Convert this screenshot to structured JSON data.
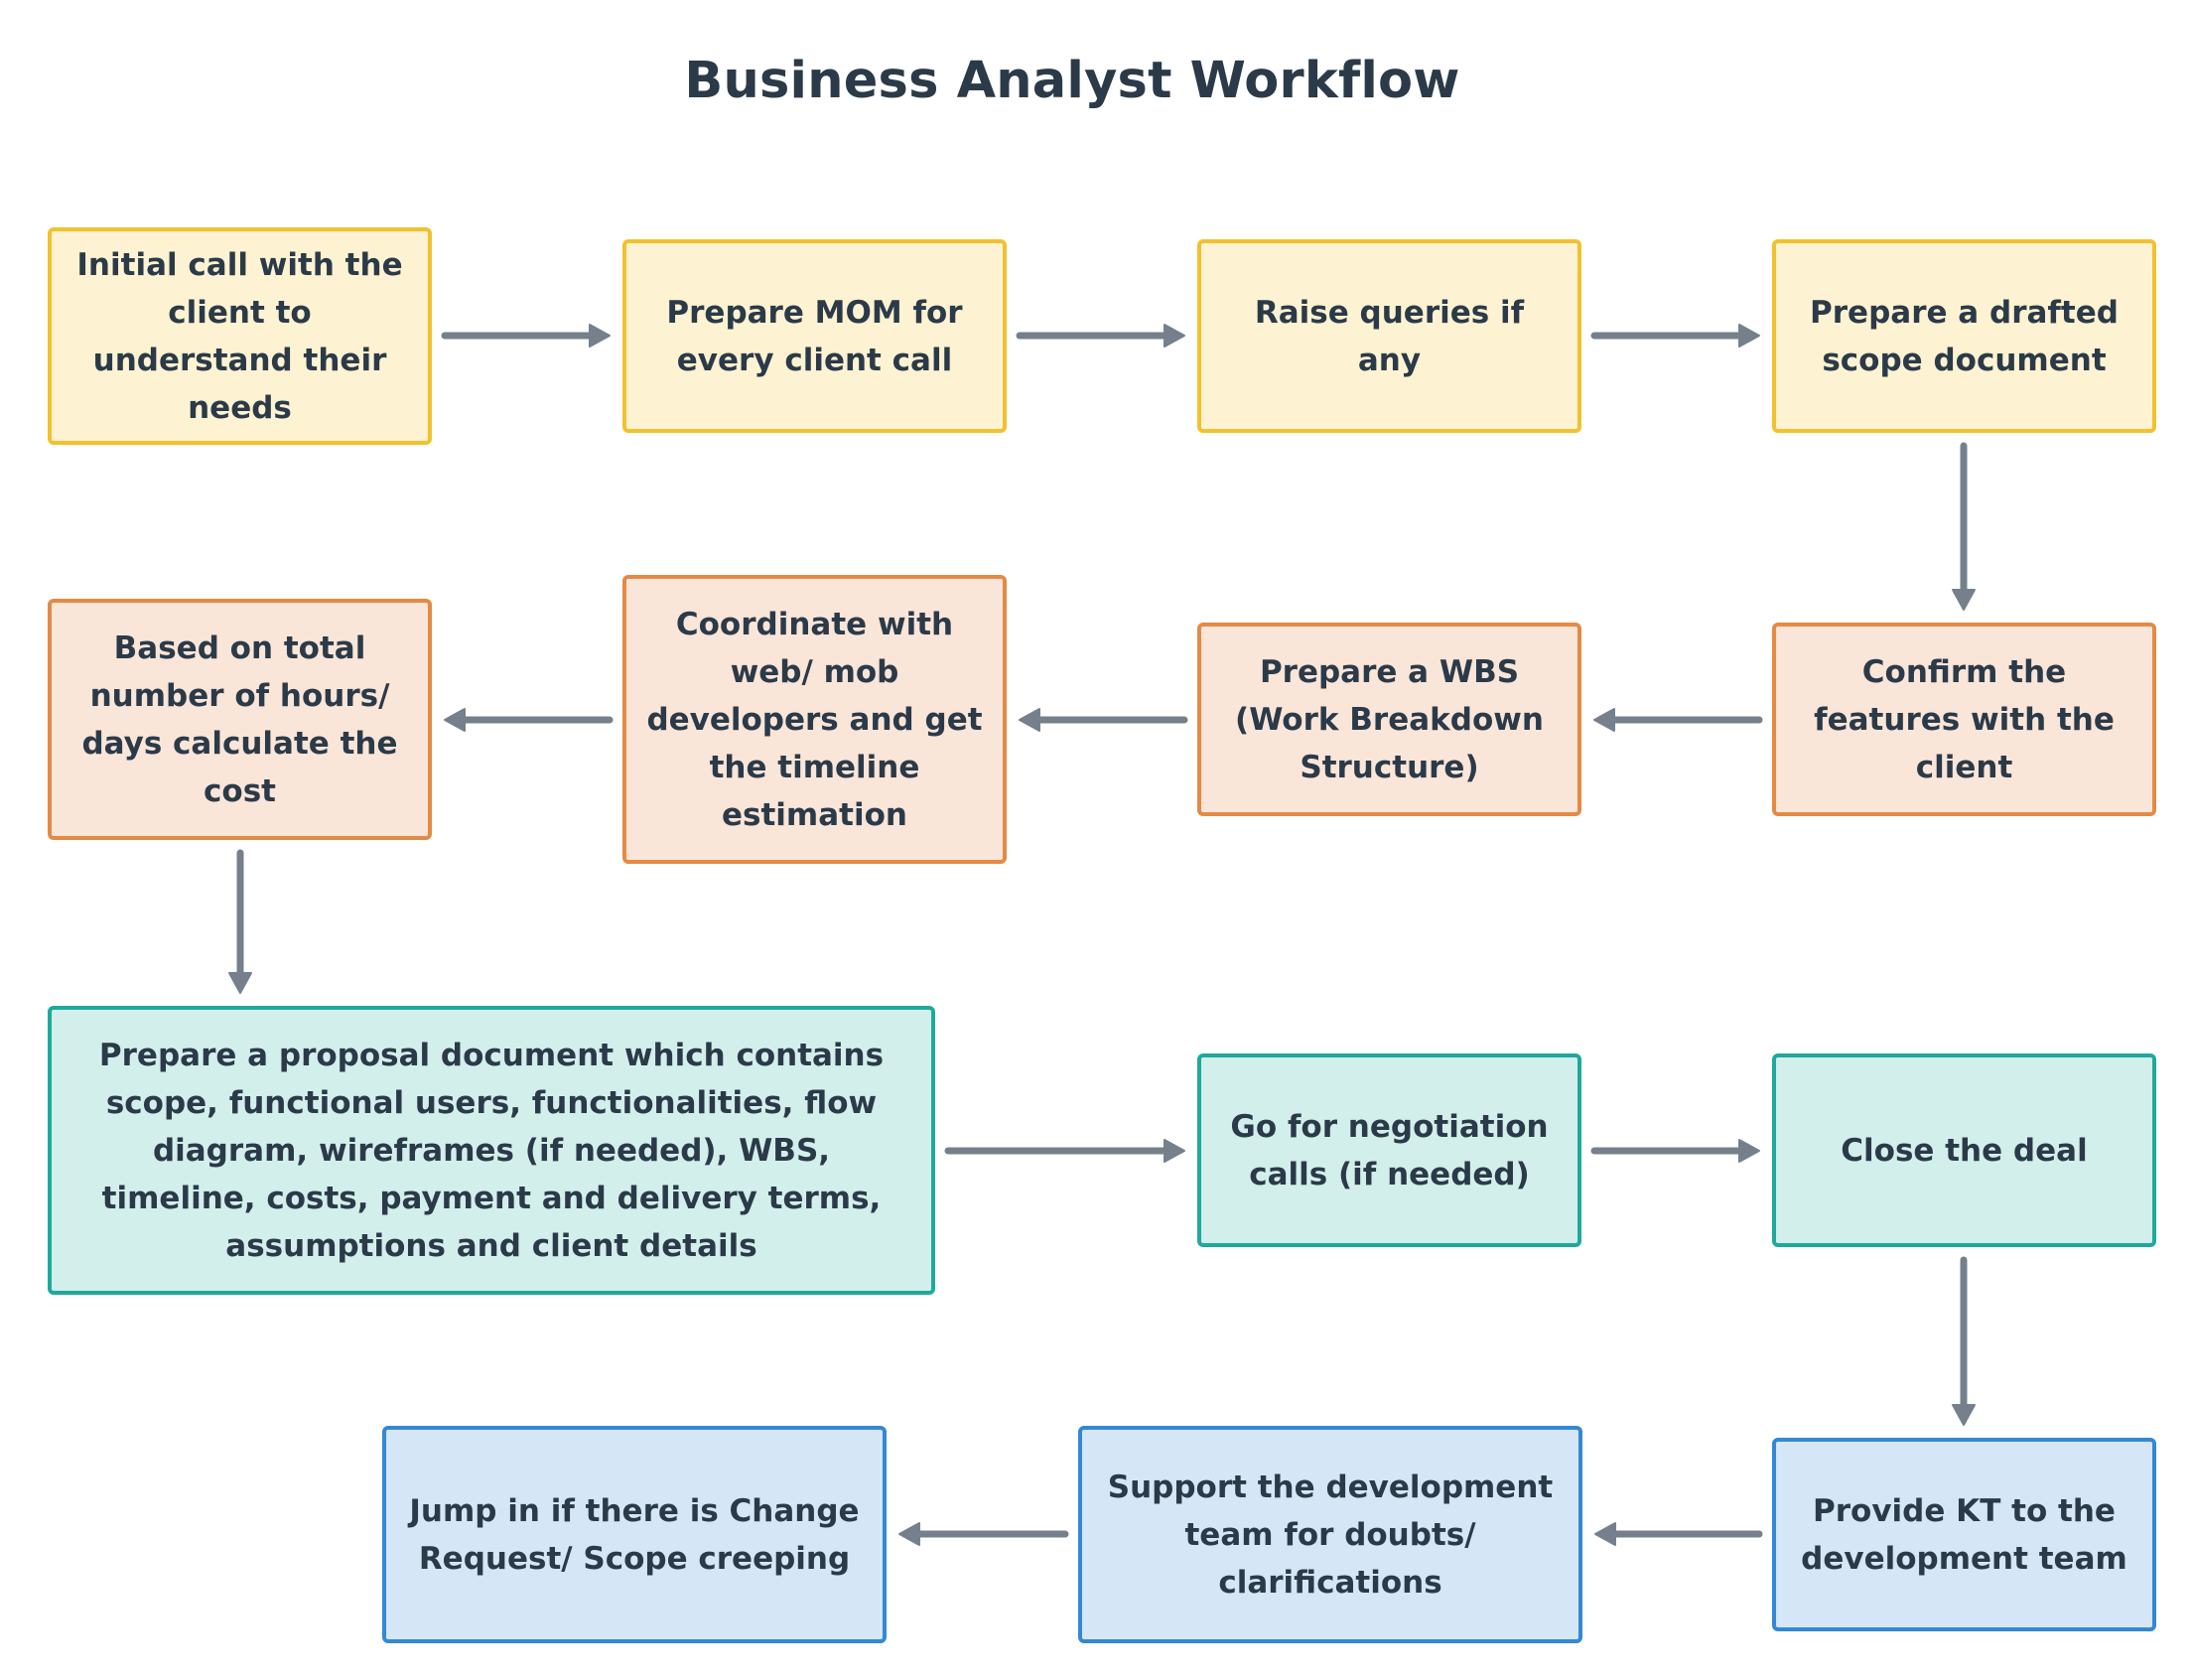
{
  "title": "Business Analyst Workflow",
  "steps": [
    {
      "id": "s1",
      "text": "Initial call with the client to understand their needs",
      "color": "yellow"
    },
    {
      "id": "s2",
      "text": "Prepare MOM for every client call",
      "color": "yellow"
    },
    {
      "id": "s3",
      "text": "Raise queries if any",
      "color": "yellow"
    },
    {
      "id": "s4",
      "text": "Prepare a drafted scope document",
      "color": "yellow"
    },
    {
      "id": "s5",
      "text": "Confirm the features with the client",
      "color": "orange"
    },
    {
      "id": "s6",
      "text": "Prepare a WBS (Work Breakdown Structure)",
      "color": "orange"
    },
    {
      "id": "s7",
      "text": "Coordinate with web/ mob developers and get the timeline estimation",
      "color": "orange"
    },
    {
      "id": "s8",
      "text": "Based on total number of hours/ days calculate the cost",
      "color": "orange"
    },
    {
      "id": "s9",
      "text": "Prepare a proposal document which contains scope, functional users, functionalities, flow diagram, wireframes (if needed), WBS, timeline, costs, payment and delivery terms, assumptions and client details",
      "color": "teal"
    },
    {
      "id": "s10",
      "text": "Go for negotiation calls (if needed)",
      "color": "teal"
    },
    {
      "id": "s11",
      "text": "Close the deal",
      "color": "teal"
    },
    {
      "id": "s12",
      "text": "Provide KT to the development team",
      "color": "blue"
    },
    {
      "id": "s13",
      "text": "Support the development team for doubts/ clarifications",
      "color": "blue"
    },
    {
      "id": "s14",
      "text": "Jump in if there is Change Request/ Scope creeping",
      "color": "blue"
    }
  ],
  "connections": [
    {
      "from": "s1",
      "to": "s2"
    },
    {
      "from": "s2",
      "to": "s3"
    },
    {
      "from": "s3",
      "to": "s4"
    },
    {
      "from": "s4",
      "to": "s5"
    },
    {
      "from": "s5",
      "to": "s6"
    },
    {
      "from": "s6",
      "to": "s7"
    },
    {
      "from": "s7",
      "to": "s8"
    },
    {
      "from": "s8",
      "to": "s9"
    },
    {
      "from": "s9",
      "to": "s10"
    },
    {
      "from": "s10",
      "to": "s11"
    },
    {
      "from": "s11",
      "to": "s12"
    },
    {
      "from": "s12",
      "to": "s13"
    },
    {
      "from": "s13",
      "to": "s14"
    }
  ],
  "colors": {
    "title": "#2b3a48",
    "text": "#2b3a48",
    "arrow": "#75808c",
    "yellow_fill": "#fdf2d1",
    "yellow_border": "#f2c12e",
    "orange_fill": "#fae5d9",
    "orange_border": "#e48a45",
    "teal_fill": "#d3efec",
    "teal_border": "#1fa99c",
    "blue_fill": "#d5e6f6",
    "blue_border": "#3488d3"
  }
}
